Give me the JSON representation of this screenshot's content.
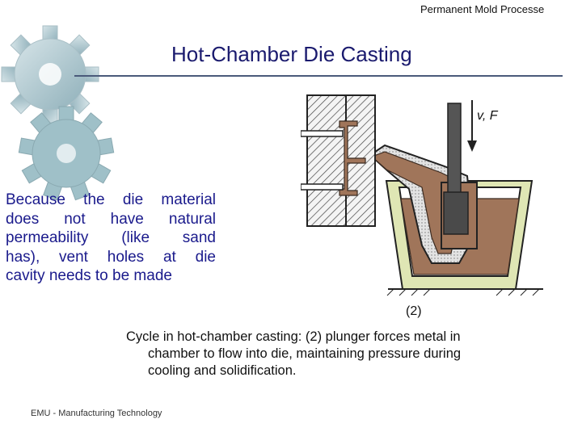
{
  "header": {
    "note": "Permanent Mold Processe"
  },
  "slide": {
    "title": "Hot-Chamber Die Casting"
  },
  "left_text": [
    "Because the die material",
    "does not have natural",
    "permeability (like sand",
    "has), vent holes at die",
    "cavity needs to be made"
  ],
  "diagram": {
    "force_label": "v, F",
    "step_label": "(2)"
  },
  "caption": [
    "Cycle in hot‑chamber casting: (2) plunger forces metal in",
    "chamber to flow into die, maintaining pressure during",
    "cooling and solidification."
  ],
  "footer": {
    "text": "EMU - Manufacturing Technology"
  },
  "colors": {
    "title": "#1a1a6e",
    "body_text": "#1a1a8c",
    "metal": "#a0755a",
    "pot": "#dfe6b4",
    "gear": "#a8c4cc"
  }
}
